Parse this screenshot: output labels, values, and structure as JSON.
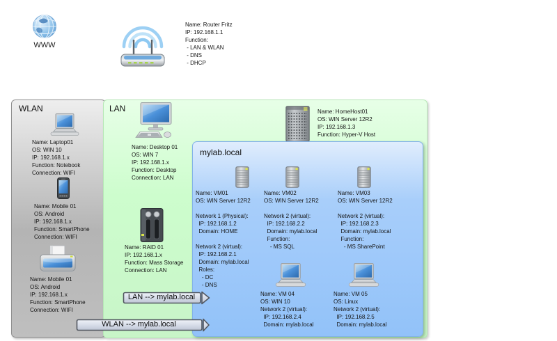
{
  "internet": {
    "label": "WWW",
    "icon": "globe-icon"
  },
  "router": {
    "icon": "wifi-router-icon",
    "info": [
      "Name: Router Fritz",
      "IP: 192.168.1.1",
      "Function:",
      " - LAN & WLAN",
      " - DNS",
      " - DHCP"
    ]
  },
  "zones": {
    "wlan": {
      "title": "WLAN",
      "devices": [
        {
          "icon": "laptop-icon",
          "info": [
            "Name: Laptop01",
            "OS: WIN 10",
            "IP: 192.168.1.x",
            "Function: Notebook",
            "Connection: WIFI"
          ]
        },
        {
          "icon": "smartphone-icon",
          "info": [
            "Name: Mobile 01",
            "OS: Android",
            "IP: 192.168.1.x",
            "Function: SmartPhone",
            "Connection: WIFI"
          ]
        },
        {
          "icon": "printer-icon",
          "info": [
            "Name: Mobile 01",
            "OS: Android",
            "IP: 192.168.1.x",
            "Function: SmartPhone",
            "Connection: WIFI"
          ]
        }
      ]
    },
    "lan": {
      "title": "LAN",
      "devices": [
        {
          "icon": "desktop-icon",
          "info": [
            "Name: Desktop 01",
            "OS: WIN 7",
            "IP: 192.168.1.x",
            "Function: Desktop",
            "Connection: LAN"
          ]
        },
        {
          "icon": "raid-icon",
          "info": [
            "Name: RAID 01",
            "IP: 192.168.1.x",
            "Function: Mass Storage",
            "Connection: LAN"
          ]
        },
        {
          "icon": "server-tower-icon",
          "info": [
            "Name: HomeHost01",
            "OS: WIN Server 12R2",
            "IP: 192.168.1.3",
            "Function: Hyper-V Host"
          ]
        }
      ]
    },
    "mylab": {
      "title": "mylab.local",
      "devices": [
        {
          "icon": "vm-server-icon",
          "info": [
            "Name: VM01",
            "OS: WIN Server 12R2",
            "",
            "Network 1 (Physical):",
            "  IP: 192.168.1.2",
            "  Domain: HOME",
            "",
            "Network 2 (virtual):",
            "  IP: 192.168.2.1",
            "  Domain: mylab.local",
            "  Roles:",
            "    - DC",
            "    - DNS"
          ]
        },
        {
          "icon": "vm-server-icon",
          "info": [
            "Name: VM02",
            "OS: WIN Server 12R2",
            "",
            "Network 2 (virtual):",
            "  IP: 192.168.2.2",
            "  Domain: mylab.local",
            "  Function:",
            "    - MS SQL"
          ]
        },
        {
          "icon": "vm-server-icon",
          "info": [
            "Name: VM03",
            "OS: WIN Server 12R2",
            "",
            "Network 2 (virtual):",
            "  IP: 192.168.2.3",
            "  Domain: mylab.local",
            "  Function:",
            "    - MS SharePoint"
          ]
        },
        {
          "icon": "vm-laptop-icon",
          "info": [
            "Name: VM 04",
            "OS: WIN 10",
            "Network 2 (virtual):",
            "  IP: 192.168.2.4",
            "  Domain: mylab.local"
          ]
        },
        {
          "icon": "vm-laptop-icon",
          "info": [
            "Name: VM 05",
            "OS: Linux",
            "Network 2 (virtual):",
            "  IP: 192.168.2.5",
            "  Domain: mylab.local"
          ]
        }
      ]
    }
  },
  "arrows": [
    {
      "label": "LAN --> mylab.local"
    },
    {
      "label": "WLAN --> mylab.local"
    }
  ],
  "colors": {
    "wlan_zone_gray": "#b9b9b9",
    "lan_zone_green": "#ccffcc",
    "mylab_zone_blue": "#99c8fb",
    "screen_blue": "#4a90d9",
    "led_green": "#a6d44d",
    "arrow_fill": "#d9dfeb",
    "arrow_border": "#51565f",
    "text": "#141414"
  }
}
